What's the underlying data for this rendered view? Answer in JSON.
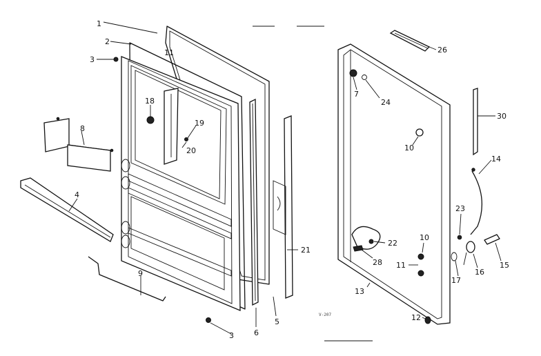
{
  "diagram": {
    "callouts": {
      "c1": "1",
      "c2": "2",
      "c3a": "3",
      "c3b": "3",
      "c4": "4",
      "c5": "5",
      "c6": "6",
      "c7": "7",
      "c8": "8",
      "c9": "9",
      "c10a": "10",
      "c10b": "10",
      "c11a": "11",
      "c11b": "11",
      "c12": "12",
      "c13": "13",
      "c14": "14",
      "c15": "15",
      "c16": "16",
      "c17": "17",
      "c18": "18",
      "c19": "19",
      "c20": "20",
      "c21": "21",
      "c22": "22",
      "c23": "23",
      "c24": "24",
      "c26": "26",
      "c28": "28",
      "c30": "30"
    },
    "drawing_code": "V-207"
  }
}
